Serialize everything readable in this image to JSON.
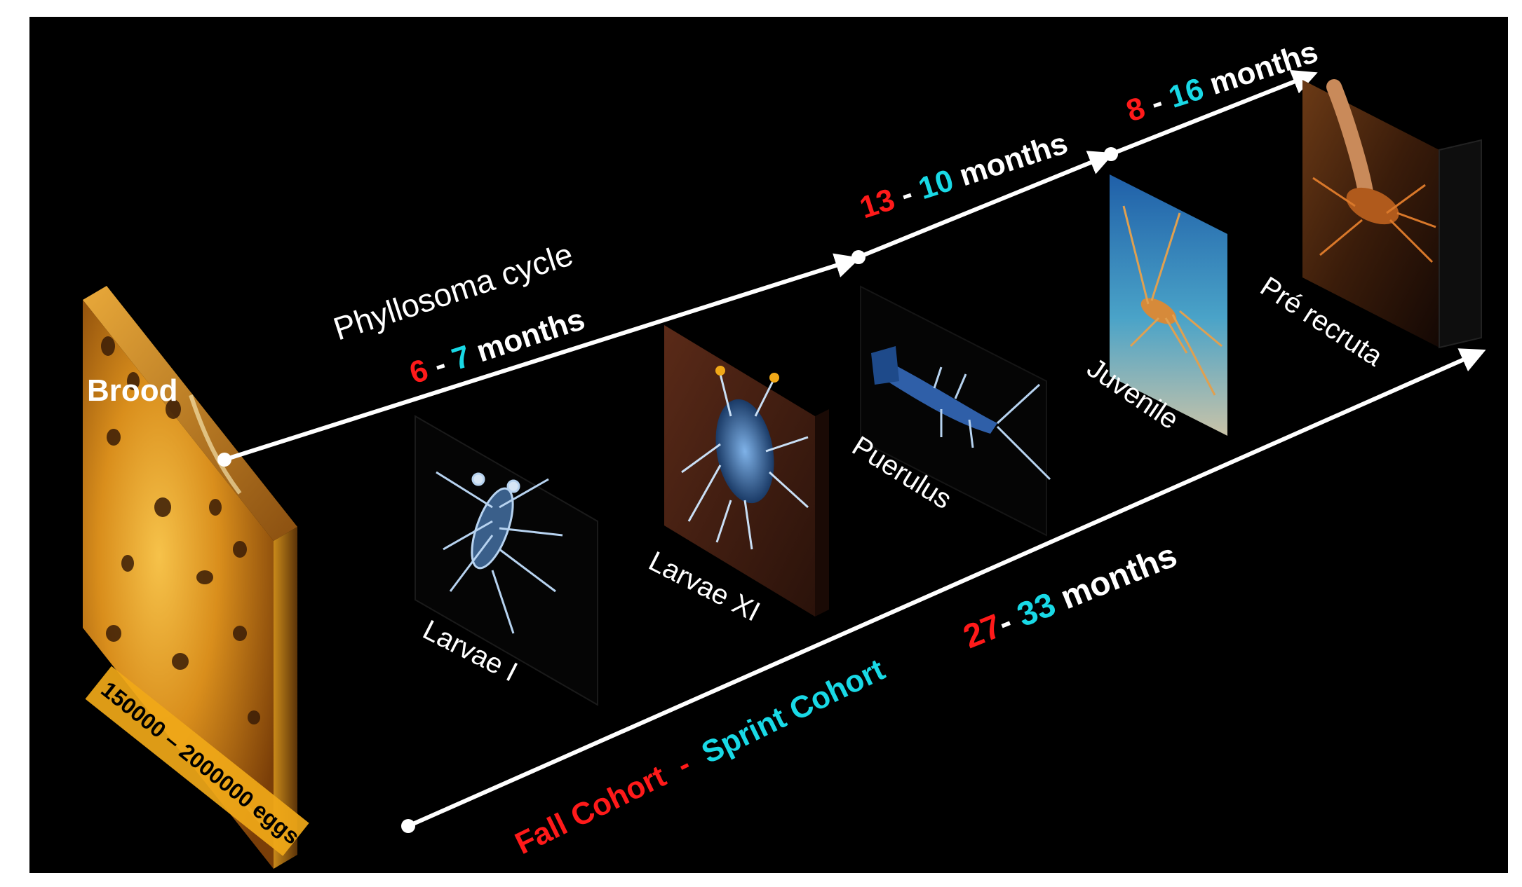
{
  "colors": {
    "background": "#000000",
    "fall": "#ff1a1a",
    "spring": "#19d9e6",
    "white": "#ffffff",
    "egg_badge": "#f0a818"
  },
  "brood": {
    "title": "Brood",
    "eggs_text": "150000 – 2000000 eggs"
  },
  "phyllosoma": {
    "title": "Phyllosoma cycle",
    "fall_value": "6",
    "sep": " - ",
    "spring_value": "7",
    "unit": " months"
  },
  "puerulus_period": {
    "fall_value": "13",
    "sep": " - ",
    "spring_value": "10",
    "unit": " months"
  },
  "juvenile_period": {
    "fall_value": "8",
    "sep": " - ",
    "spring_value": "16",
    "unit": " months"
  },
  "total_period": {
    "fall_value": "27",
    "sep": "- ",
    "spring_value": "33",
    "unit": " months"
  },
  "cohorts": {
    "fall": "Fall Cohort",
    "sep": "  -  ",
    "spring": "Sprint Cohort"
  },
  "stages": {
    "larvae_1": "Larvae I",
    "larvae_11": "Larvae  XI",
    "puerulus": "Puerulus",
    "juvenile": "Juvenile",
    "pre_recruit": "Pré recruta"
  }
}
